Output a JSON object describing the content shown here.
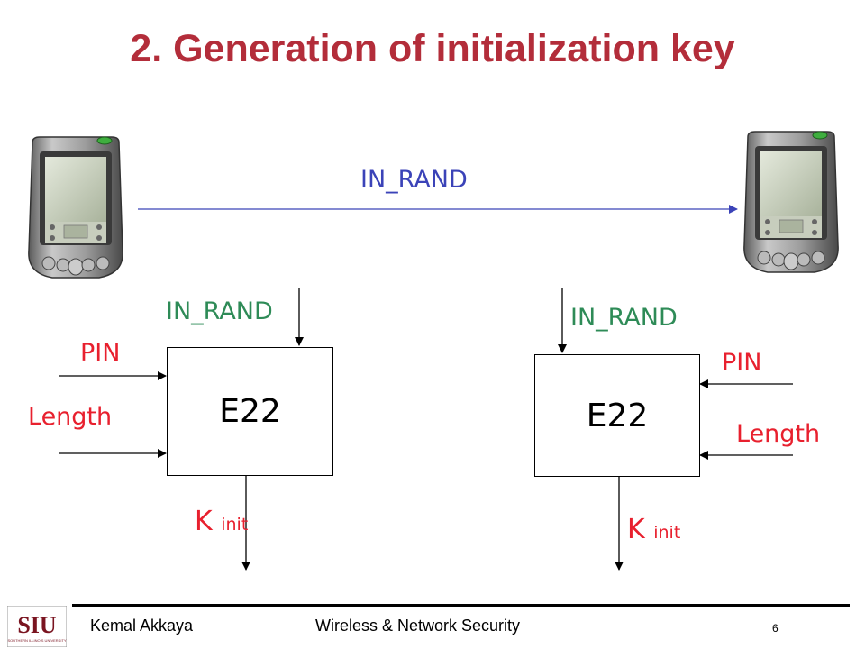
{
  "title": "2. Generation of initialization key",
  "top_arrow_label": "IN_RAND",
  "left": {
    "in_rand": "IN_RAND",
    "pin": "PIN",
    "length": "Length",
    "box": "E22",
    "k": "K",
    "k_sub": "init"
  },
  "right": {
    "in_rand": "IN_RAND",
    "pin": "PIN",
    "length": "Length",
    "box": "E22",
    "k": "K",
    "k_sub": "init"
  },
  "footer": {
    "author": "Kemal Akkaya",
    "course": "Wireless & Network Security",
    "page": "6",
    "logo_text": "SIU",
    "logo_subtext": "SOUTHERN ILLINOIS UNIVERSITY"
  },
  "colors": {
    "title": "#b32d3a",
    "top_label": "#3b43b8",
    "green_label": "#2e8b57",
    "red_label": "#e8202e"
  },
  "icons": [
    "pda-device-icon"
  ]
}
